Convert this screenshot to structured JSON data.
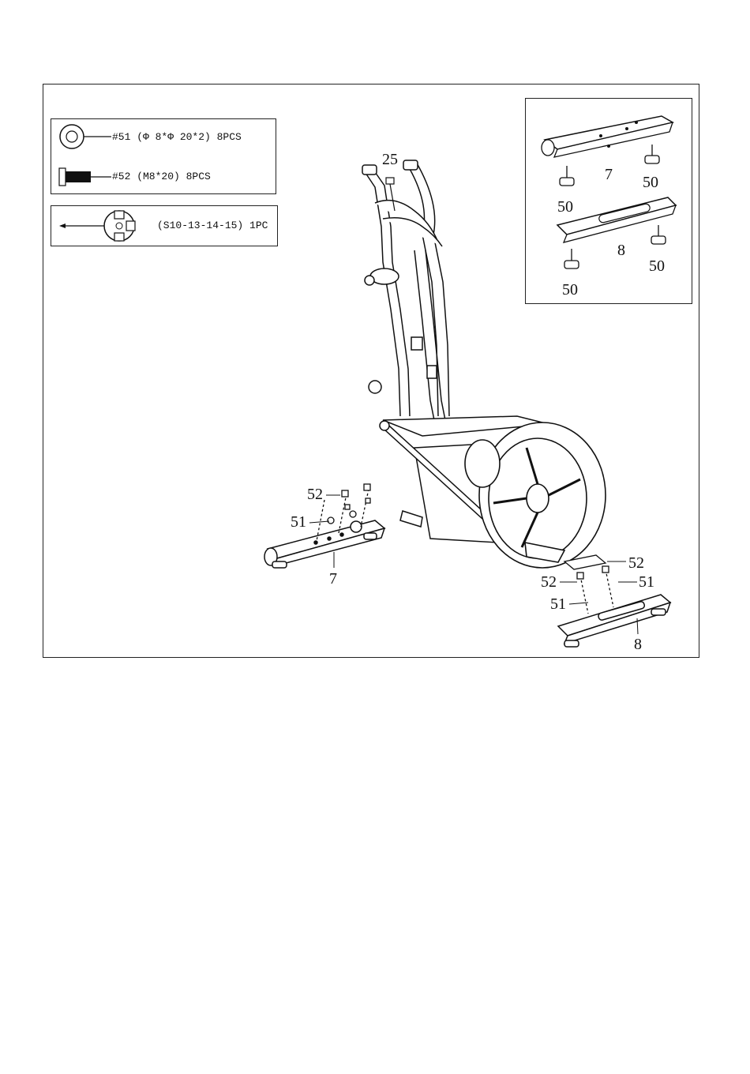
{
  "hardware": [
    {
      "label": "#51 (Φ 8*Φ 20*2) 8PCS",
      "icon": "washer-icon"
    },
    {
      "label": "#52 (M8*20) 8PCS",
      "icon": "bolt-icon"
    }
  ],
  "tool": {
    "label": "(S10-13-14-15) 1PC",
    "icon": "wrench-icon"
  },
  "callouts": {
    "console_cable": "25",
    "front_stabilizer": "7",
    "rear_stabilizer": "8",
    "end_cap": "50",
    "washer": "51",
    "bolt": "52"
  }
}
